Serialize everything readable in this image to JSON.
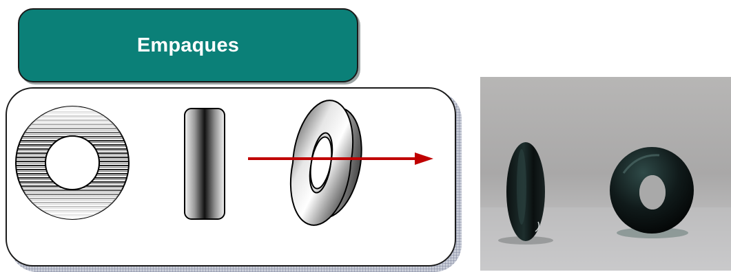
{
  "title": "Empaques",
  "colors": {
    "title_bg": "#0b8078",
    "title_text": "#ffffff",
    "arrow": "#c00000",
    "panel_border": "#1a1a1a"
  },
  "icons": [
    "washer-front-view",
    "washer-side-view",
    "washer-perspective-view",
    "axis-arrow",
    "o-ring-photo"
  ]
}
